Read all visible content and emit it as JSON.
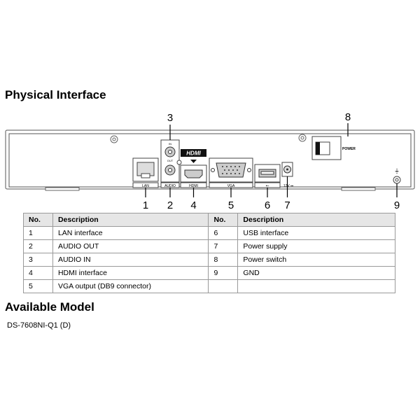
{
  "headings": {
    "physical_interface": "Physical Interface",
    "available_model": "Available Model"
  },
  "panel": {
    "hdmi_logo": "HDMI",
    "port_labels": {
      "lan": "LAN",
      "audio": "AUDIO",
      "audio_in": "IN",
      "audio_out": "OUT",
      "hdmi": "HDMI",
      "vga": "VGA",
      "power_input": "12V ⎓",
      "power": "POWER"
    },
    "callouts": [
      "1",
      "2",
      "3",
      "4",
      "5",
      "6",
      "7",
      "8",
      "9"
    ]
  },
  "table": {
    "headers": [
      "No.",
      "Description",
      "No.",
      "Description"
    ],
    "rows": [
      [
        "1",
        "LAN interface",
        "6",
        "USB interface"
      ],
      [
        "2",
        "AUDIO OUT",
        "7",
        "Power supply"
      ],
      [
        "3",
        "AUDIO IN",
        "8",
        "Power switch"
      ],
      [
        "4",
        "HDMI interface",
        "9",
        "GND"
      ],
      [
        "5",
        "VGA output (DB9 connector)",
        "",
        ""
      ]
    ]
  },
  "model": {
    "name": "DS-7608NI-Q1 (D)"
  }
}
